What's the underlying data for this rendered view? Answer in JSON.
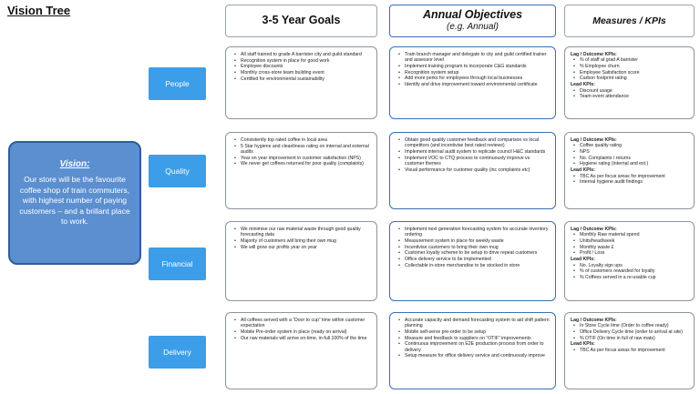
{
  "title": "Vision Tree",
  "headers": {
    "goals": "3-5 Year Goals",
    "objectives": "Annual Objectives",
    "objectives_sub": "(e.g. Annual)",
    "kpis": "Measures / KPIs"
  },
  "vision": {
    "heading": "Vision:",
    "text": "Our store will be the favourite coffee shop of train commuters, with highest number of paying customers – and a brillant place to work."
  },
  "rows": [
    {
      "category": "People",
      "goals": [
        "All staff trained to grade A barrister city and guild standard",
        "Recognition system in place for good work",
        "Employee discounts",
        "Monthly cross-store team building event",
        "Certified for environmental sustainability"
      ],
      "objectives": [
        "Train branch manager and delegate to city and guild certified trainer and assessor level",
        "Implement training program to incorporate C&G standards",
        "Recognition system setup",
        "Add more perks for employees through local businesses",
        "Identify and drive improvement toward environmental certificate"
      ],
      "kpis": [
        {
          "heading": "Lag / Outcome KPIs:",
          "items": [
            "% of staff at grad A barrister",
            "% Employee churn",
            "Employee Satisfaction score",
            "Carbon footprint rating"
          ]
        },
        {
          "heading": "Lead KPIs:",
          "items": [
            "Discount usage",
            "Team event attendance"
          ]
        }
      ]
    },
    {
      "category": "Quality",
      "goals": [
        "Consistently top rated coffee in local area",
        "5 Star hygiene and cleanliness rating on internal and external audits",
        "Year on year improvement in customer satisfaction (NPS)",
        "We never get coffees returned for poor quality (complaints)"
      ],
      "objectives": [
        "Obtain good quality customer feedback and comparison vs local competitors (and incentivise best rated reviews)",
        "Implement internal audit system to replicate council H&C standards",
        "Implement VOC to CTQ process to continuously improve vs customer themes",
        "Visual performance for customer quality (inc complaints etc)"
      ],
      "kpis": [
        {
          "heading": "Lag / Outcome KPIs:",
          "items": [
            "Coffee quality rating",
            "NPS",
            "No. Complaints / returns",
            "Hygiene rating (internal and ext.)"
          ]
        },
        {
          "heading": "Lead KPIs:",
          "items": [
            "TBC As per focus areas for improvement",
            "Internal hygiene audit findings"
          ]
        }
      ]
    },
    {
      "category": "Financial",
      "goals": [
        "We minimise our raw material waste through good quality forecasting data",
        "Majority of customers will bring their own mug",
        "We will grow our profits year on year"
      ],
      "objectives": [
        "Implement next generation forecasting system for accurate inventory ordering",
        "Measurement system in place for weekly waste",
        "Incentivise customers to bring their own mug",
        "Customer loyalty scheme to be setup to drive repeat customers",
        "Office delivery service to be implemented",
        "Collectable in-store merchandise to be stocked in store"
      ],
      "kpis": [
        {
          "heading": "Lag / Outcome KPIs:",
          "items": [
            "Monthly Raw material spend",
            "Units/head/week",
            "Monthly waste £",
            "Profit / Loss"
          ]
        },
        {
          "heading": "Lead KPIs:",
          "items": [
            "No. Loyalty sign ups",
            "% of customers rewarded for loyalty",
            "% Coffees served in a re-usable cup"
          ]
        }
      ]
    },
    {
      "category": "Delivery",
      "goals": [
        "All coffees served with a “Door to cup” time within customer expectation",
        "Mobile Pre-order system in place (ready on arrival)",
        "Our raw materials will arrive on-time, in-full 100% of the time"
      ],
      "objectives": [
        "Accurate capacity and demand forecasting system to aid shift pattern planning",
        "Mobile self-serve pre-order to be setup",
        "Measure and feedback to suppliers on “OTIF” improvements",
        "Continuous improvement on E2E production process from order to delivery",
        "Setup measure for office delivery service and continuously improve"
      ],
      "kpis": [
        {
          "heading": "Lag / Outcome KPIs:",
          "items": [
            "In Store Cycle time (Order to coffee ready)",
            "Office Delivery Cycle time (order to arrival at site)",
            "% OTIF (On time in full of raw mats)"
          ]
        },
        {
          "heading": "Lead KPIs:",
          "items": [
            "TBC As per focus areas for improvement"
          ]
        }
      ]
    }
  ]
}
